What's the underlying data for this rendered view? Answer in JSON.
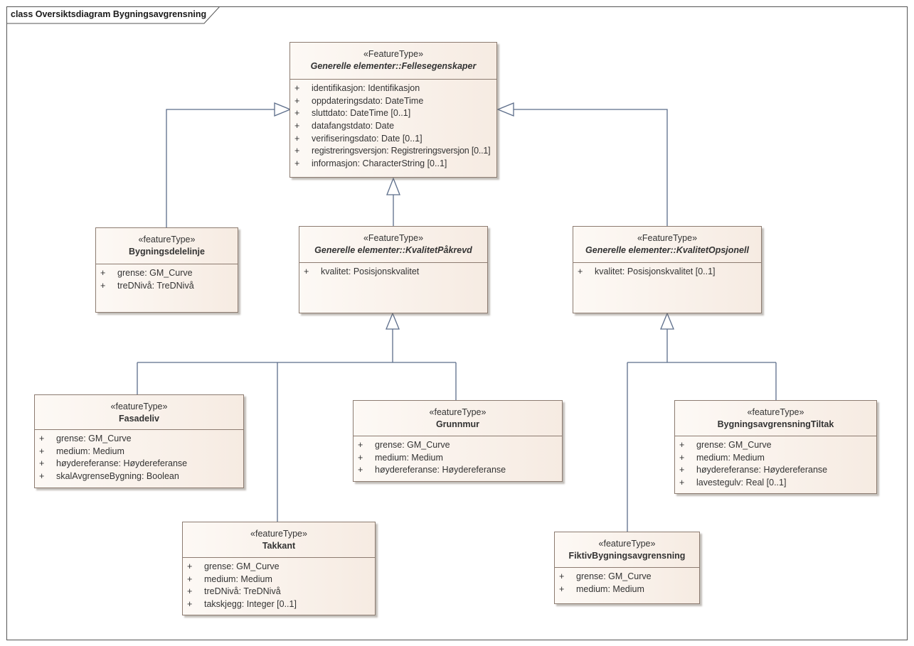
{
  "diagram": {
    "frame_title": "class Oversiktsdiagram Bygningsavgrensning"
  },
  "classes": {
    "fellesegenskaper": {
      "stereotype": "«FeatureType»",
      "name": "Generelle elementer::Fellesegenskaper",
      "abstract": true,
      "attributes": [
        {
          "vis": "+",
          "text": "identifikasjon: Identifikasjon"
        },
        {
          "vis": "+",
          "text": "oppdateringsdato: DateTime"
        },
        {
          "vis": "+",
          "text": "sluttdato: DateTime [0..1]"
        },
        {
          "vis": "+",
          "text": "datafangstdato: Date"
        },
        {
          "vis": "+",
          "text": "verifiseringsdato: Date [0..1]"
        },
        {
          "vis": "+",
          "text": "registreringsversjon: Registreringsversjon [0..1]"
        },
        {
          "vis": "+",
          "text": "informasjon: CharacterString [0..1]"
        }
      ]
    },
    "bygningsdelelinje": {
      "stereotype": "«featureType»",
      "name": "Bygningsdelelinje",
      "abstract": false,
      "attributes": [
        {
          "vis": "+",
          "text": "grense: GM_Curve"
        },
        {
          "vis": "+",
          "text": "treDNivå: TreDNivå"
        }
      ]
    },
    "kvalitetpakrevd": {
      "stereotype": "«FeatureType»",
      "name": "Generelle elementer::KvalitetPåkrevd",
      "abstract": true,
      "attributes": [
        {
          "vis": "+",
          "text": "kvalitet: Posisjonskvalitet"
        }
      ]
    },
    "kvalitetopsjonell": {
      "stereotype": "«FeatureType»",
      "name": "Generelle elementer::KvalitetOpsjonell",
      "abstract": true,
      "attributes": [
        {
          "vis": "+",
          "text": "kvalitet: Posisjonskvalitet [0..1]"
        }
      ]
    },
    "fasadeliv": {
      "stereotype": "«featureType»",
      "name": "Fasadeliv",
      "abstract": false,
      "attributes": [
        {
          "vis": "+",
          "text": "grense: GM_Curve"
        },
        {
          "vis": "+",
          "text": "medium: Medium"
        },
        {
          "vis": "+",
          "text": "høydereferanse: Høydereferanse"
        },
        {
          "vis": "+",
          "text": "skalAvgrenseBygning: Boolean"
        }
      ]
    },
    "grunnmur": {
      "stereotype": "«featureType»",
      "name": "Grunnmur",
      "abstract": false,
      "attributes": [
        {
          "vis": "+",
          "text": "grense: GM_Curve"
        },
        {
          "vis": "+",
          "text": "medium: Medium"
        },
        {
          "vis": "+",
          "text": "høydereferanse: Høydereferanse"
        }
      ]
    },
    "bygningsavgrensningtiltak": {
      "stereotype": "«featureType»",
      "name": "BygningsavgrensningTiltak",
      "abstract": false,
      "attributes": [
        {
          "vis": "+",
          "text": "grense: GM_Curve"
        },
        {
          "vis": "+",
          "text": "medium: Medium"
        },
        {
          "vis": "+",
          "text": "høydereferanse: Høydereferanse"
        },
        {
          "vis": "+",
          "text": "lavestegulv: Real [0..1]"
        }
      ]
    },
    "takkant": {
      "stereotype": "«featureType»",
      "name": "Takkant",
      "abstract": false,
      "attributes": [
        {
          "vis": "+",
          "text": "grense: GM_Curve"
        },
        {
          "vis": "+",
          "text": "medium: Medium"
        },
        {
          "vis": "+",
          "text": "treDNivå: TreDNivå"
        },
        {
          "vis": "+",
          "text": "takskjegg: Integer [0..1]"
        }
      ]
    },
    "fiktivbygningsavgrensning": {
      "stereotype": "«featureType»",
      "name": "FiktivBygningsavgrensning",
      "abstract": false,
      "attributes": [
        {
          "vis": "+",
          "text": "grense: GM_Curve"
        },
        {
          "vis": "+",
          "text": "medium: Medium"
        }
      ]
    }
  },
  "generalizations": [
    {
      "from": "bygningsdelelinje",
      "to": "fellesegenskaper"
    },
    {
      "from": "kvalitetpakrevd",
      "to": "fellesegenskaper"
    },
    {
      "from": "kvalitetopsjonell",
      "to": "fellesegenskaper"
    },
    {
      "from": "fasadeliv",
      "to": "kvalitetpakrevd"
    },
    {
      "from": "takkant",
      "to": "kvalitetpakrevd"
    },
    {
      "from": "grunnmur",
      "to": "kvalitetpakrevd"
    },
    {
      "from": "bygningsavgrensningtiltak",
      "to": "kvalitetopsjonell"
    },
    {
      "from": "fiktivbygningsavgrensning",
      "to": "kvalitetopsjonell"
    }
  ],
  "colors": {
    "line": "#5c6d8a",
    "border": "#8c7b70",
    "fill_light": "#fdf9f5",
    "fill_dark": "#f6ebe2"
  }
}
